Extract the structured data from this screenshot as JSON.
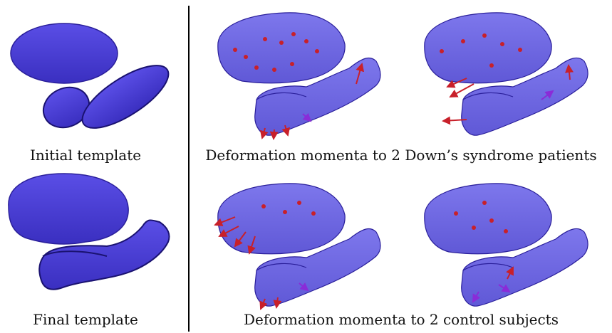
{
  "captions": {
    "initial": "Initial template",
    "final": "Final template",
    "down": "Deformation momenta to 2 Down’s syndrome patients",
    "control": "Deformation momenta to 2 control subjects"
  },
  "colors": {
    "shape_fill": "#4a3fd8",
    "shape_dark": "#2a1f9a",
    "shape_translucent": "#6a62e6",
    "arrow_red": "#c8202a",
    "arrow_purple": "#8a2bd8",
    "divider": "#000000"
  }
}
